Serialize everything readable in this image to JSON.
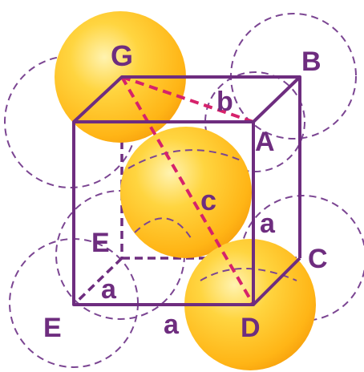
{
  "colors": {
    "edge": "#6e2d7f",
    "dashed_circle": "#7b4592",
    "diagonal": "#d6226b",
    "sphere_light": "#ffe98a",
    "sphere_mid": "#ffc21a",
    "sphere_dark": "#f59a0a",
    "label": "#6e2d7f"
  },
  "labels": {
    "G": "G",
    "B": "B",
    "A": "A",
    "b": "b",
    "c": "c",
    "a_right": "a",
    "E_inner": "E",
    "C": "C",
    "a_left": "a",
    "E_outer": "E",
    "a_bottom": "a",
    "D": "D"
  }
}
